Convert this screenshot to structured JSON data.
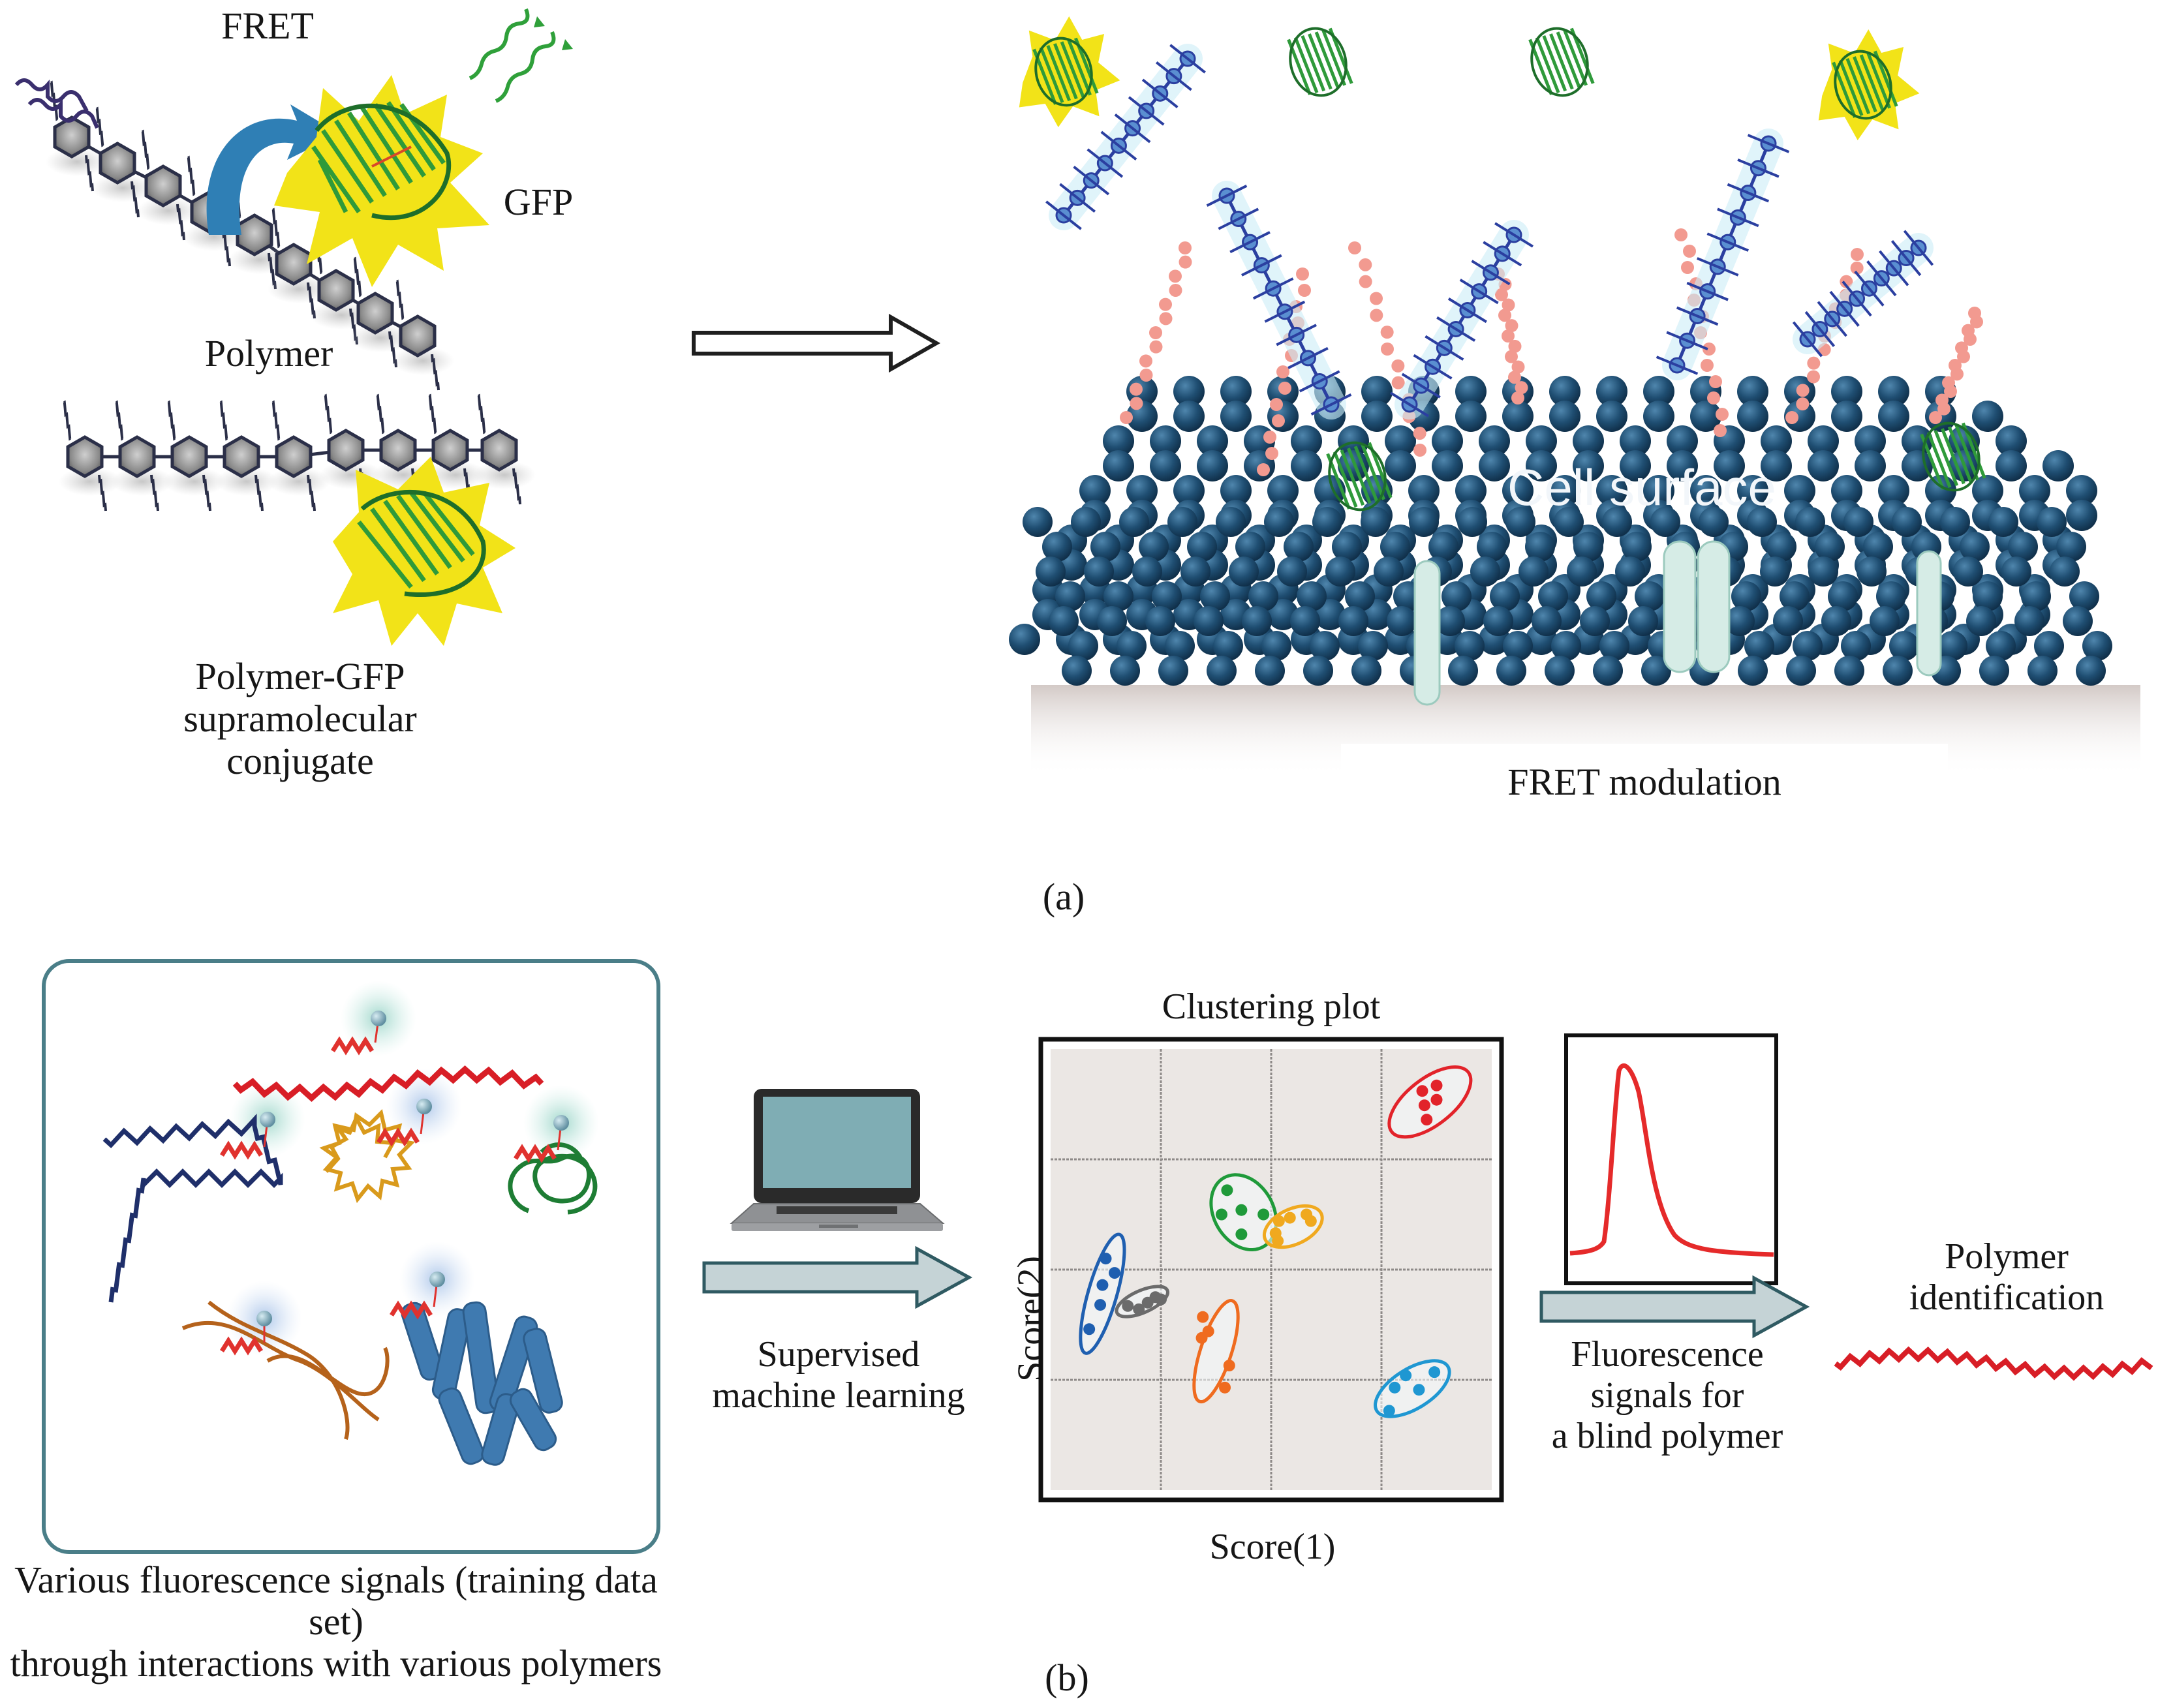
{
  "figure": {
    "panel_a": {
      "label": "(a)",
      "left": {
        "fret_label": "FRET",
        "gfp_label": "GFP",
        "polymer_label": "Polymer",
        "conjugate_caption": [
          "Polymer-GFP",
          "supramolecular",
          "conjugate"
        ]
      },
      "arrow": {
        "icon": "outline-right-arrow-icon"
      },
      "right": {
        "surface_label": "Cell surface",
        "caption": "FRET modulation"
      },
      "colors": {
        "polymer_backbone": "#2b2f48",
        "gfp_green": "#2f9a3a",
        "gfp_glow": "#f2e318",
        "fret_arrow": "#2f7fb5",
        "excitation_wave": "#3a2f6e",
        "emission_wave": "#2fa03a",
        "membrane_bead": "#1f4e72",
        "glycan_bead": "#f29a90",
        "polymer_blue": "#2b3fa0"
      }
    },
    "panel_b": {
      "label": "(b)",
      "training": {
        "caption": [
          "Various fluorescence signals (training data set)",
          "through interactions with various polymers"
        ],
        "polymers": [
          "linear-red",
          "extended-navy",
          "globular-yellow",
          "looped-green",
          "fibrous-orange",
          "helical-bundle-blue"
        ],
        "colors": {
          "border": "#4a7e88",
          "glow_teal": "#9fd6cc",
          "glow_blue": "#a9c4e6",
          "probe": "#e0322e"
        }
      },
      "ml_step": {
        "icon": "laptop-icon",
        "caption": [
          "Supervised",
          "machine learning"
        ]
      },
      "signal_step": {
        "icon": "fluorescence-spectrum-icon",
        "caption": [
          "Fluorescence",
          "signals for",
          "a blind polymer"
        ]
      },
      "result": {
        "caption": [
          "Polymer",
          "identification"
        ]
      },
      "arrow_color": "#c5d3d6",
      "arrow_stroke": "#2f5a62"
    }
  },
  "chart_data": {
    "type": "scatter",
    "title": "Clustering plot",
    "xlabel": "Score(1)",
    "ylabel": "Score(2)",
    "xlim": [
      0,
      4
    ],
    "ylim": [
      0,
      4
    ],
    "grid": true,
    "tick_labels": false,
    "legend": "none",
    "background": "#ebe7e4",
    "series": [
      {
        "name": "red",
        "color": "#e2232a",
        "points": [
          [
            3.37,
            3.62
          ],
          [
            3.5,
            3.67
          ],
          [
            3.39,
            3.49
          ],
          [
            3.5,
            3.54
          ],
          [
            3.41,
            3.36
          ]
        ],
        "ellipse": {
          "cx": 3.44,
          "cy": 3.52,
          "rx": 0.44,
          "ry": 0.21,
          "angle": -38
        }
      },
      {
        "name": "green",
        "color": "#1f9a3a",
        "points": [
          [
            1.6,
            2.72
          ],
          [
            1.55,
            2.5
          ],
          [
            1.73,
            2.54
          ],
          [
            1.93,
            2.5
          ],
          [
            1.73,
            2.32
          ]
        ],
        "ellipse": {
          "cx": 1.75,
          "cy": 2.52,
          "rx": 0.36,
          "ry": 0.27,
          "angle": 60
        }
      },
      {
        "name": "yellow",
        "color": "#f0a91f",
        "points": [
          [
            2.07,
            2.44
          ],
          [
            2.17,
            2.47
          ],
          [
            2.32,
            2.5
          ],
          [
            2.36,
            2.44
          ],
          [
            2.04,
            2.33
          ],
          [
            2.06,
            2.26
          ]
        ],
        "ellipse": {
          "cx": 2.2,
          "cy": 2.39,
          "rx": 0.28,
          "ry": 0.16,
          "angle": -25
        }
      },
      {
        "name": "navy",
        "color": "#1f5fb0",
        "points": [
          [
            0.5,
            2.1
          ],
          [
            0.58,
            1.97
          ],
          [
            0.47,
            1.86
          ],
          [
            0.45,
            1.68
          ],
          [
            0.35,
            1.46
          ]
        ],
        "ellipse": {
          "cx": 0.47,
          "cy": 1.78,
          "rx": 0.56,
          "ry": 0.13,
          "angle": -74
        }
      },
      {
        "name": "gray",
        "color": "#6b6b6b",
        "points": [
          [
            0.7,
            1.67
          ],
          [
            0.8,
            1.64
          ],
          [
            0.88,
            1.7
          ],
          [
            0.95,
            1.75
          ],
          [
            1.0,
            1.73
          ]
        ],
        "ellipse": {
          "cx": 0.83,
          "cy": 1.71,
          "rx": 0.25,
          "ry": 0.1,
          "angle": -24
        }
      },
      {
        "name": "orange",
        "color": "#ef6b1f",
        "points": [
          [
            1.38,
            1.57
          ],
          [
            1.43,
            1.44
          ],
          [
            1.37,
            1.38
          ],
          [
            1.62,
            1.13
          ],
          [
            1.58,
            0.93
          ]
        ],
        "ellipse": {
          "cx": 1.5,
          "cy": 1.26,
          "rx": 0.48,
          "ry": 0.14,
          "angle": -72
        }
      },
      {
        "name": "light-blue",
        "color": "#1f97d2",
        "points": [
          [
            3.48,
            1.07
          ],
          [
            3.22,
            1.04
          ],
          [
            3.12,
            0.93
          ],
          [
            3.34,
            0.91
          ],
          [
            3.07,
            0.72
          ]
        ],
        "ellipse": {
          "cx": 3.28,
          "cy": 0.92,
          "rx": 0.38,
          "ry": 0.18,
          "angle": -32
        }
      }
    ]
  }
}
